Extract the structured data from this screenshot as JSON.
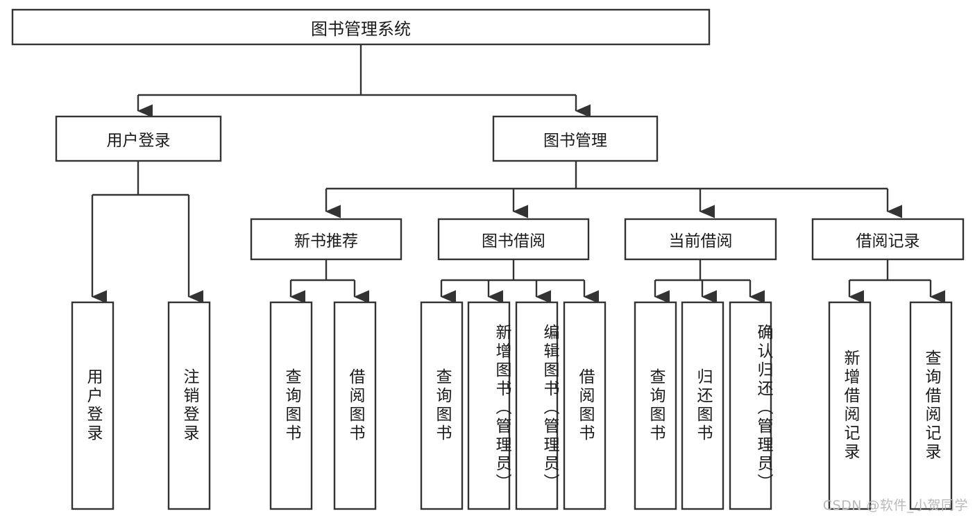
{
  "diagram": {
    "title": "图书管理系统",
    "type": "tree-hierarchy-diagram",
    "colors": {
      "stroke": "#333333",
      "box_fill": "#ffffff",
      "text": "#1a1a1a",
      "background": "#ffffff",
      "watermark": "#b9b9b9"
    },
    "levels": {
      "root": {
        "label": "图书管理系统"
      },
      "level2": [
        {
          "label": "用户登录"
        },
        {
          "label": "图书管理"
        }
      ],
      "level3": [
        {
          "label": "新书推荐"
        },
        {
          "label": "图书借阅"
        },
        {
          "label": "当前借阅"
        },
        {
          "label": "借阅记录"
        }
      ],
      "leaves": {
        "user_login": [
          {
            "label": "用户登录"
          },
          {
            "label": "注销登录"
          }
        ],
        "new_book_recommend": [
          {
            "label": "查询图书"
          },
          {
            "label": "借阅图书"
          }
        ],
        "book_borrow": [
          {
            "label": "查询图书"
          },
          {
            "label": "新增图书（管理员）"
          },
          {
            "label": "编辑图书（管理员）"
          },
          {
            "label": "借阅图书"
          }
        ],
        "current_borrow": [
          {
            "label": "查询图书"
          },
          {
            "label": "归还图书"
          },
          {
            "label": "确认归还（管理员）"
          }
        ],
        "borrow_records": [
          {
            "label": "新增借阅记录"
          },
          {
            "label": "查询借阅记录"
          }
        ]
      }
    }
  },
  "watermark": {
    "text": "CSDN @软件_小贺同学"
  }
}
